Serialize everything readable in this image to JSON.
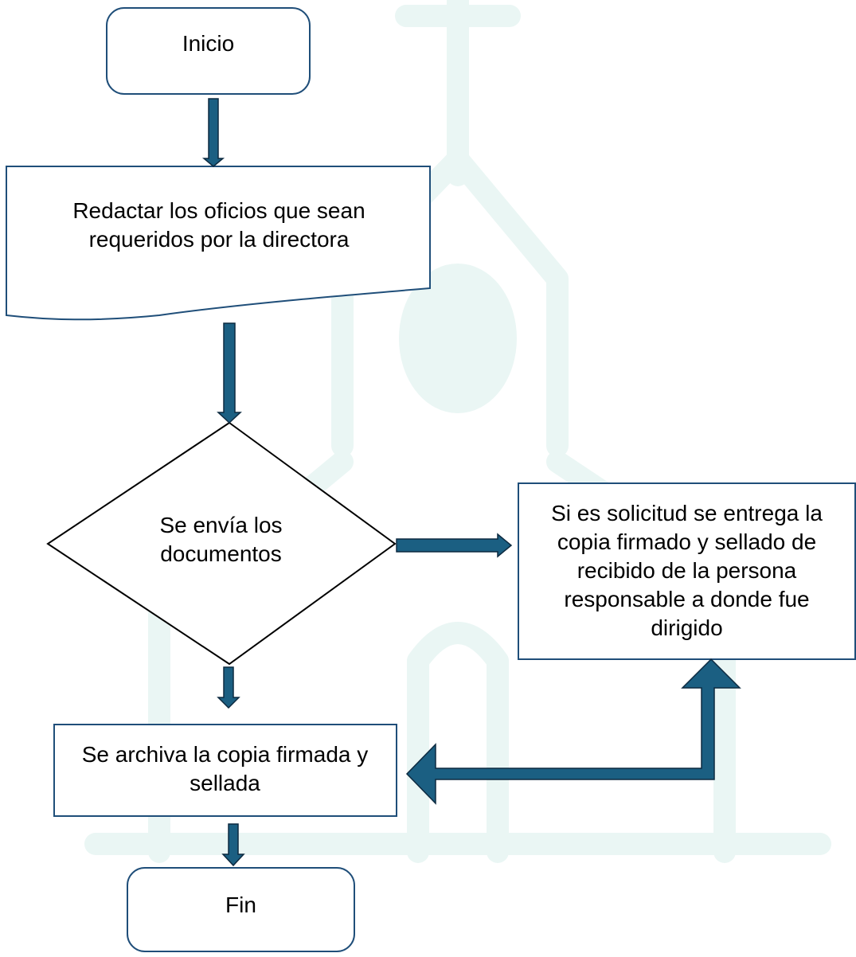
{
  "colors": {
    "shape_stroke": "#1f4e79",
    "arrow_fill": "#1b5f82",
    "arrow_stroke": "#0d2a40",
    "watermark": "#eaf6f4",
    "text": "#000000"
  },
  "nodes": {
    "start": {
      "label": "Inicio"
    },
    "draft": {
      "label": "Redactar los oficios que sean requeridos por la directora"
    },
    "decision": {
      "label": "Se envía los\ndocumentos"
    },
    "request": {
      "label": "Si es solicitud se entrega la copia firmado y sellado de recibido de la persona responsable a donde fue dirigido"
    },
    "archive": {
      "label": "Se archiva la copia firmada y sellada"
    },
    "end": {
      "label": "Fin"
    }
  }
}
